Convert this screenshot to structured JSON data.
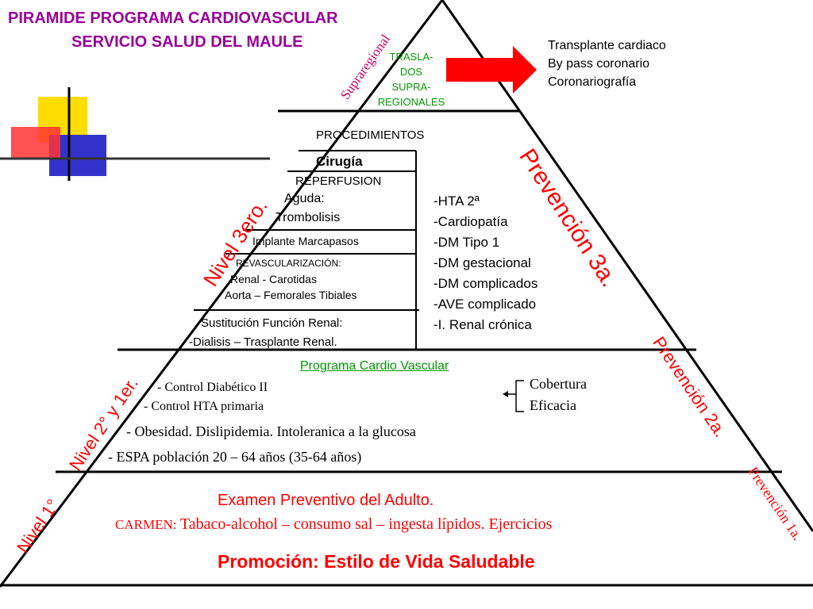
{
  "title": {
    "line1": "PIRAMIDE PROGRAMA  CARDIOVASCULAR",
    "line2": "SERVICIO SALUD DEL MAULE"
  },
  "top_tier": {
    "traslados": [
      "TRASLA-",
      "DOS",
      "SUPRA-",
      "REGIONALES"
    ],
    "side_label": "Supraregional",
    "procedures": [
      "Transplante cardiaco",
      "By pass coronario",
      "Coronariografía"
    ]
  },
  "tier3": {
    "procedimientos": "PROCEDIMIENTOS",
    "cirugia": "Cirugía",
    "reperfusion": "REPERFUSION",
    "aguda": "Aguda:",
    "trombolisis": "Trombolisis",
    "marcapasos": "Implante  Marcapasos",
    "revascularizacion": "REVASCULARIZACIÓN:",
    "renal_carotidas": "Renal - Carotidas",
    "aorta": "Aorta – Femorales Tibiales",
    "sustitucion": "Sustitución Función Renal:",
    "dialisis": "-Dialisis – Trasplante Renal.",
    "conditions": [
      "HTA 2ª",
      "Cardiopatía",
      "DM Tipo 1",
      "DM gestacional",
      "DM complicados",
      "AVE complicado",
      "I. Renal crónica"
    ]
  },
  "tier2": {
    "program": "Programa Cardio Vascular",
    "control_diabetico": "- Control Diabético II",
    "control_hta": "- Control HTA primaria",
    "obesidad": "- Obesidad. Dislipidemia. Intoleranica a la glucosa",
    "espa": "- ESPA población 20 – 64 años (35-64 años)",
    "cobertura": "Cobertura",
    "eficacia": "Eficacia"
  },
  "tier1": {
    "examen": "Examen Preventivo del Adulto.",
    "carmen_prefix": "CARMEN:",
    "carmen_text": "Tabaco-alcohol – consumo sal – ingesta lípidos.  Ejercicios",
    "promocion": "Promoción: Estilo de Vida  Saludable"
  },
  "side_labels": {
    "nivel3": "Nivel 3ero.",
    "nivel2": "Nivel 2° y 1er.",
    "nivel1": "Nivel 1°",
    "prev3": "Prevención 3a.",
    "prev2": "Prevención 2a.",
    "prev1": "Prevención 1a."
  },
  "colors": {
    "title": "#990099",
    "red": "#ff0000",
    "green": "#009900",
    "supra": "#cc0066",
    "arrow": "#ff0000",
    "deco_yellow": "#ffdd00",
    "deco_blue": "#3333cc",
    "deco_red": "#ff3333"
  }
}
